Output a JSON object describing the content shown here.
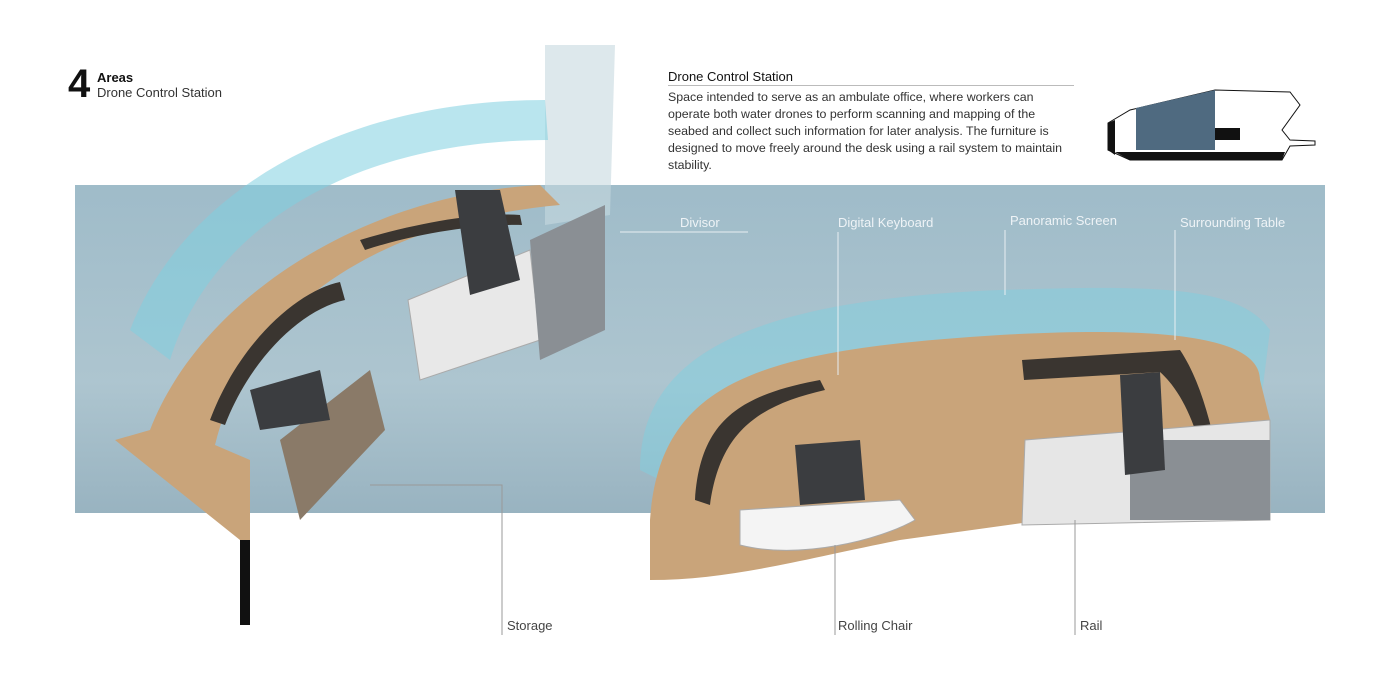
{
  "header": {
    "number": "4",
    "areas": "Areas",
    "subtitle": "Drone Control Station"
  },
  "description": {
    "title": "Drone Control Station",
    "text": "Space intended to serve as an ambulate office, where workers can operate both water drones to perform scanning and mapping of the seabed and collect such information for later analysis. The furniture is designed to move freely around the desk using a rail system to maintain stability."
  },
  "callouts_top": [
    "Divisor",
    "Digital Keyboard",
    "Panoramic Screen",
    "Surrounding Table"
  ],
  "callouts_bottom": [
    "Storage",
    "Rolling Chair",
    "Rail"
  ],
  "colors": {
    "band": "#9ab8c6",
    "wood": "#c9a47a",
    "screen": "#7fd0e0",
    "dark": "#3a3530"
  }
}
